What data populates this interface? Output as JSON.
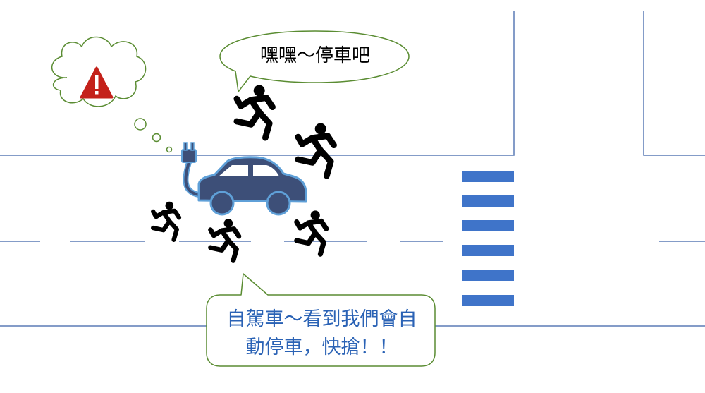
{
  "speech_top": "嘿嘿～停車吧",
  "speech_bottom": {
    "line1": "自駕車～看到我們會自",
    "line2": "動停車，快搶！！"
  },
  "colors": {
    "road_line": "#5b7cb6",
    "crosswalk": "#3f74c9",
    "car_body": "#3d4f78",
    "car_outline": "#5fa0d8",
    "bubble_outline": "#5a8c32",
    "warning": "#c4211a",
    "bottom_text": "#2a62b5"
  },
  "icons": [
    "warning-icon",
    "electric-plug-icon",
    "electric-car-icon",
    "running-person-icon"
  ]
}
